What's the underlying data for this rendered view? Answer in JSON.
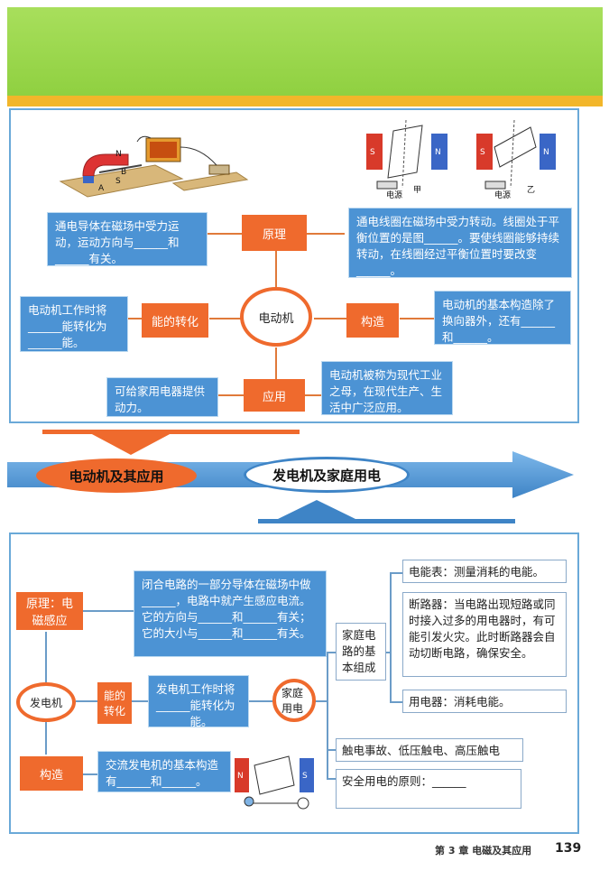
{
  "top": {
    "motor": {
      "principle_label": "原理",
      "center_label": "电动机",
      "energy_label": "能的转化",
      "structure_label": "构造",
      "application_label": "应用",
      "principle_text": "通电导体在磁场中受力运动，运动方向与______和______有关。",
      "coil_text": "通电线圈在磁场中受力转动。线圈处于平衡位置的是图______。要使线圈能够持续转动，在线圈经过平衡位置时要改变______。",
      "energy_text": "电动机工作时将______能转化为______能。",
      "structure_text": "电动机的基本构造除了换向器外，还有______和______。",
      "application_text": "可给家用电器提供动力。",
      "history_text": "电动机被称为现代工业之母，在现代生产、生活中广泛应用。",
      "figure_labels": {
        "n": "N",
        "s": "S",
        "a": "A",
        "b": "B",
        "power1": "电源",
        "jia": "甲",
        "power2": "电源",
        "yi": "乙"
      }
    }
  },
  "banner": {
    "left": "电动机及其应用",
    "right": "发电机及家庭用电"
  },
  "bottom": {
    "generator": {
      "principle_label": "原理：电磁感应",
      "center_label": "发电机",
      "energy_label": "能的转化",
      "structure_label": "构造",
      "induction_text": "闭合电路的一部分导体在磁场中做______，电路中就产生感应电流。它的方向与______和______有关；它的大小与______和______有关。",
      "energy_text": "发电机工作时将______能转化为______能。",
      "structure_text": "交流发电机的基本构造有______和______。"
    },
    "household": {
      "label": "家庭用电",
      "composition_label": "家庭电路的基本组成",
      "meter": "电能表：测量消耗的电能。",
      "breaker": "断路器：当电路出现短路或同时接入过多的用电器时，有可能引发火灾。此时断路器会自动切断电路，确保安全。",
      "appliance": "用电器：消耗电能。",
      "shock": "触电事故、低压触电、高压触电",
      "safety": "安全用电的原则：______"
    }
  },
  "footer": {
    "chapter": "第 3 章  电磁及其应用",
    "page": "139"
  }
}
